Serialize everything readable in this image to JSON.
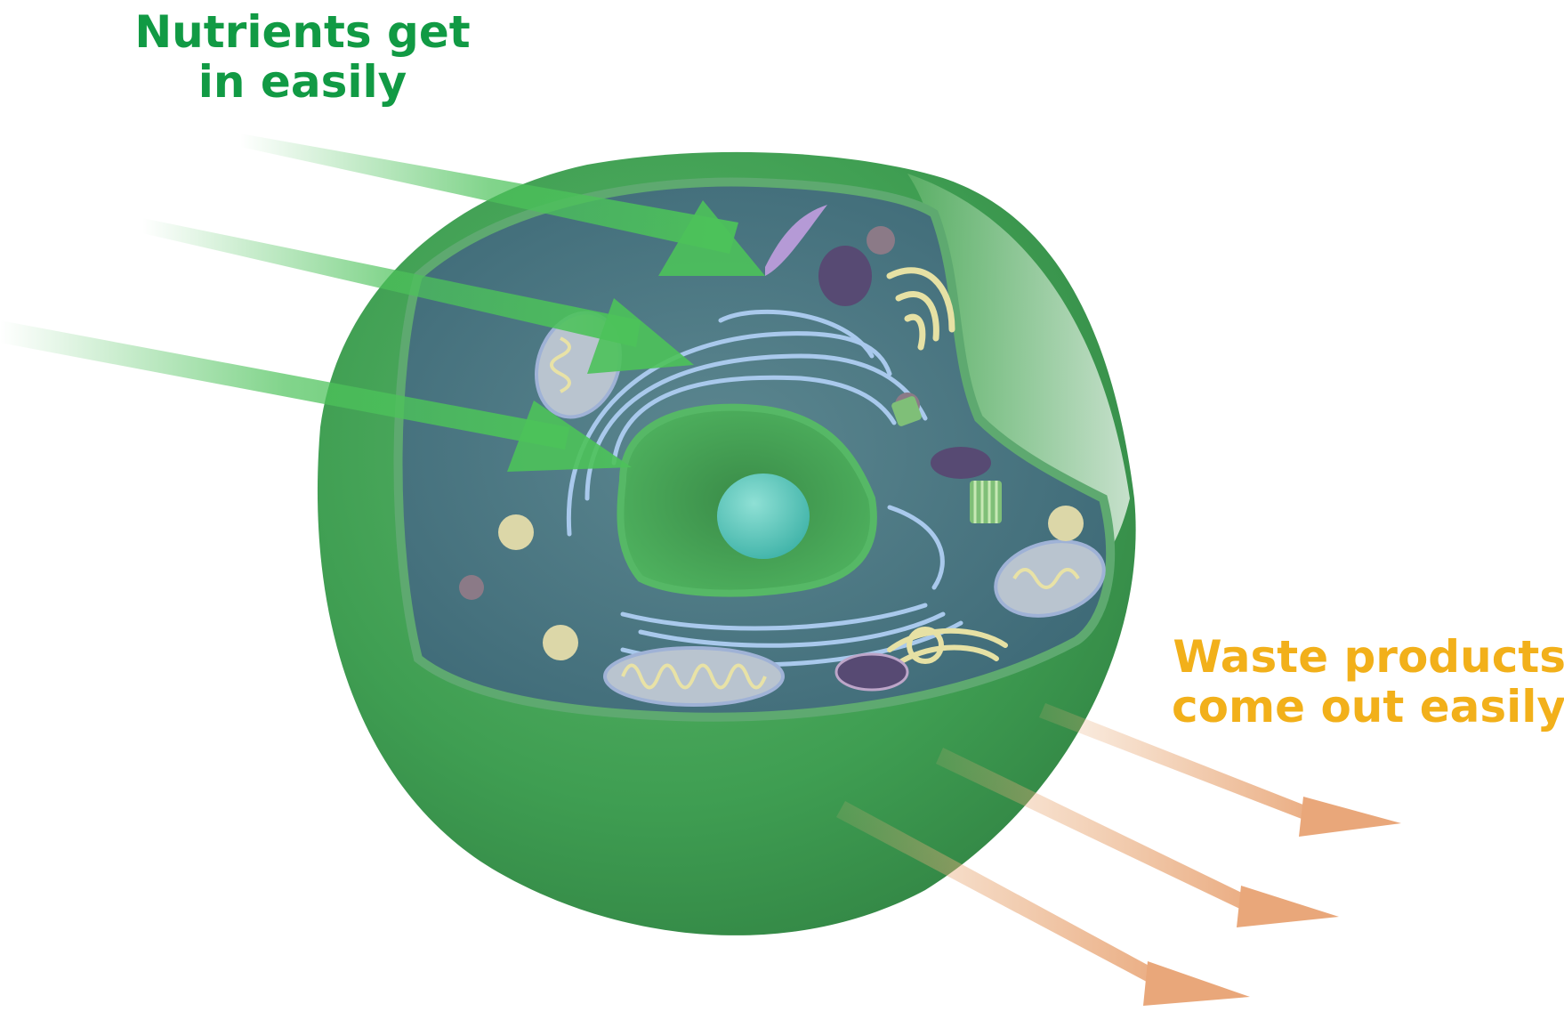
{
  "labels": {
    "nutrients_line1": "Nutrients get",
    "nutrients_line2": "in easily",
    "waste_line1": "Waste products",
    "waste_line2": "come out easily"
  },
  "colors": {
    "nutrients_text": "#119a44",
    "waste_text": "#f2b01a",
    "membrane": "#3f9e52",
    "cytoplasm": "#4f7784",
    "nutrient_arrow": "#4cc25a",
    "waste_arrow": "#e9b07e"
  }
}
